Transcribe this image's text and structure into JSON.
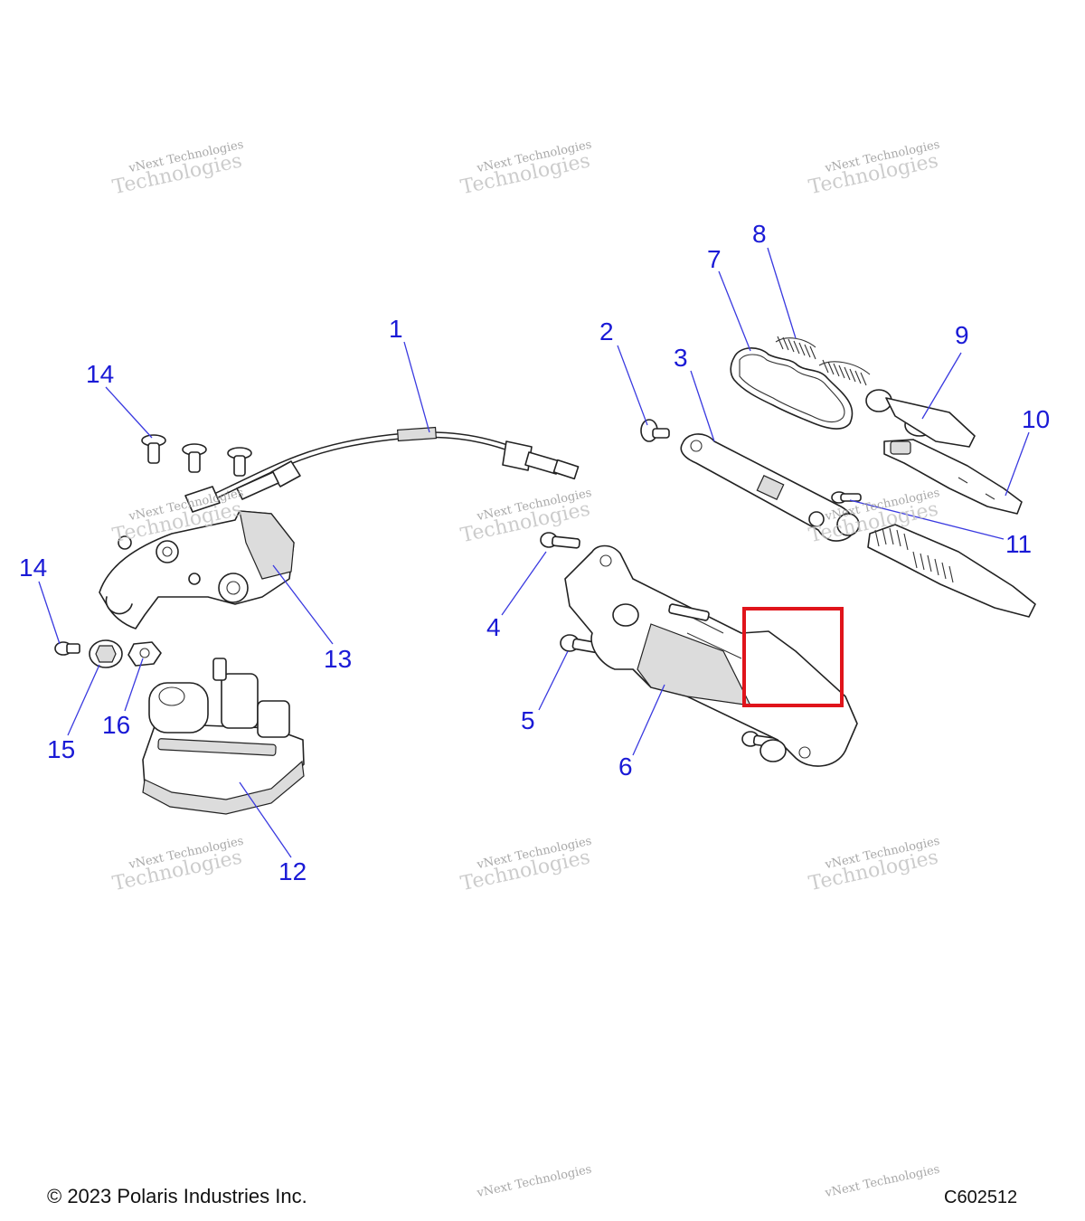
{
  "callouts": [
    {
      "label": "1"
    },
    {
      "label": "2"
    },
    {
      "label": "3"
    },
    {
      "label": "4"
    },
    {
      "label": "5"
    },
    {
      "label": "6"
    },
    {
      "label": "7"
    },
    {
      "label": "8"
    },
    {
      "label": "9"
    },
    {
      "label": "10"
    },
    {
      "label": "11"
    },
    {
      "label": "12"
    },
    {
      "label": "13"
    },
    {
      "label": "14"
    },
    {
      "label": "14"
    },
    {
      "label": "15"
    },
    {
      "label": "16"
    }
  ],
  "watermark": {
    "line1": "vNext Technologies",
    "line2": "Technologies"
  },
  "footer": {
    "copyright": "© 2023 Polaris Industries Inc.",
    "drawing_number": "C602512"
  },
  "colors": {
    "callout": "#1a1ad6",
    "highlight_box": "#e0141b",
    "line_art": "#222222"
  }
}
